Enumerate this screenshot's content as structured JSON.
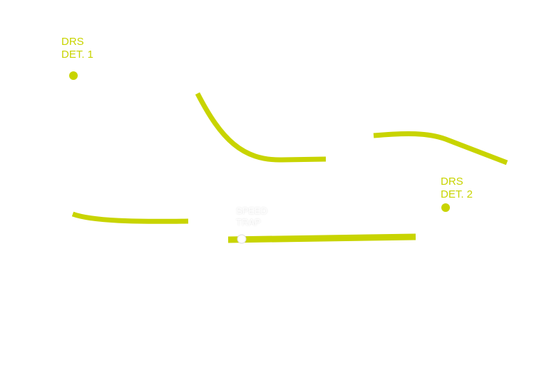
{
  "colors": {
    "drs": "#c8d400",
    "speed_trap": "#ffffff"
  },
  "labels": {
    "drs_det_1": [
      "DRS",
      "DET. 1"
    ],
    "drs_det_2": [
      "DRS",
      "DET. 2"
    ],
    "speed_trap": [
      "SPEED",
      "TRAP"
    ]
  }
}
